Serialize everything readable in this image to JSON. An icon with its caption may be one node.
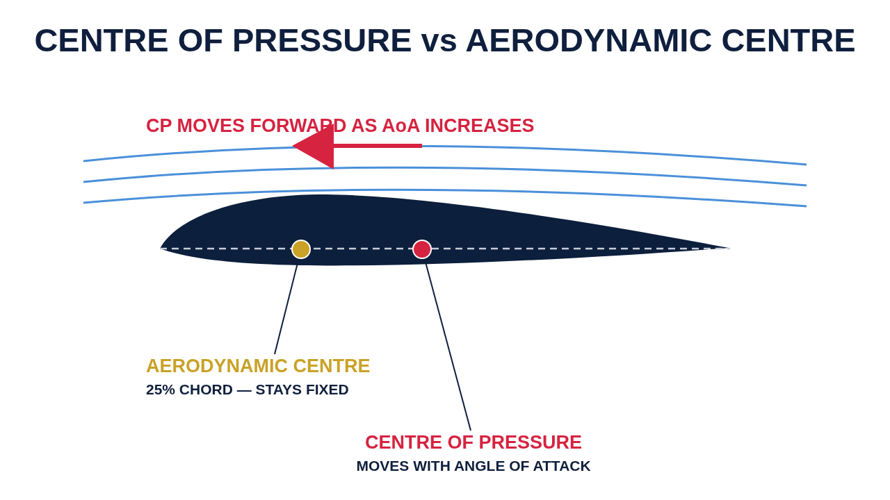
{
  "diagram": {
    "title": "CENTRE OF PRESSURE vs AERODYNAMIC CENTRE",
    "nodes": [
      {
        "text": [
          "AERODYNAMIC CENTRE",
          "25% CHORD — STAYS FIXED"
        ]
      },
      {
        "text": [],
        "shape": "circle"
      },
      {
        "text": [
          "CENTRE OF PRESSURE",
          "MOVES WITH ANGLE OF ATTACK"
        ]
      },
      {
        "text": [],
        "shape": "circle"
      }
    ],
    "edges": [
      {
        "from": 0,
        "to": 1,
        "arrow": "none"
      },
      {
        "from": 2,
        "to": 3,
        "arrow": "none"
      }
    ],
    "labels": [
      "CP MOVES FORWARD AS AoA INCREASES"
    ]
  }
}
